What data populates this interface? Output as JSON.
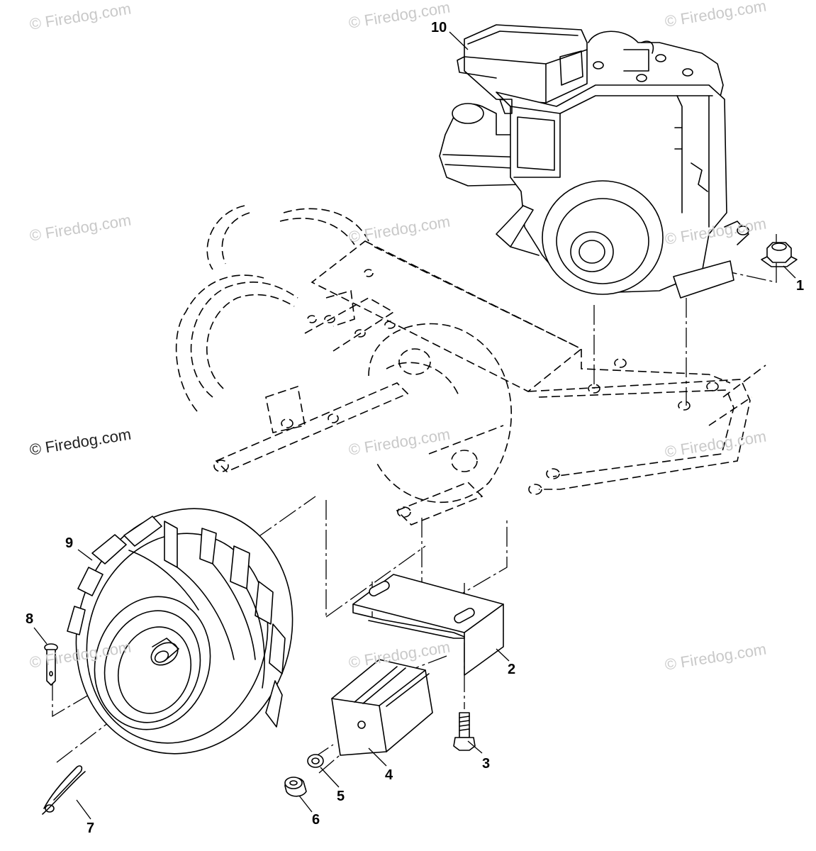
{
  "watermark": {
    "text": "© Firedog.com",
    "color": "#c9c9c9",
    "strong_color": "#222222"
  },
  "callouts": [
    "1",
    "2",
    "3",
    "4",
    "5",
    "6",
    "7",
    "8",
    "9",
    "10"
  ],
  "parts": {
    "engine": "engine-icon",
    "nut": "hex-nut-icon",
    "bracket": "bracket-icon",
    "bolt": "bolt-icon",
    "weight": "wheel-weight-icon",
    "washer": "washer-icon",
    "spacer": "spacer-icon",
    "hairpin": "hairpin-clip-icon",
    "clevis_pin": "clevis-pin-icon",
    "wheel": "wheel-tire-icon",
    "tiller_frame": "tiller-frame-phantom"
  }
}
